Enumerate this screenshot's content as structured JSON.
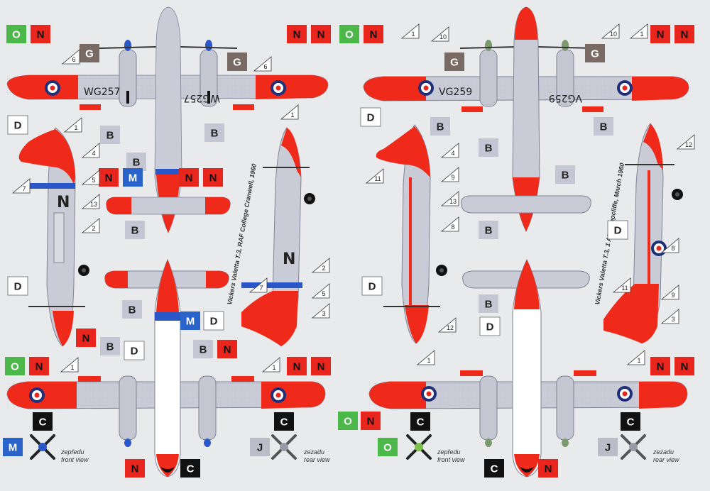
{
  "colors": {
    "background": "#e9eaec",
    "aircraft_silver": "#c9ccd6",
    "panel_line": "#9aa0b0",
    "dayglo": "#f02a1a",
    "blue_band": "#2a57c8",
    "roundel_blue": "#1f2f7a",
    "white": "#ffffff",
    "N": "#e8261d",
    "O": "#4cb84a",
    "G": "#7a6a64",
    "M": "#2a63c9",
    "B": "#c4c6d3",
    "C": "#111111",
    "J": "#bcbcc8",
    "D": "#ffffff"
  },
  "serials": {
    "left": "WG257",
    "right": "VG259"
  },
  "fuselage_code": "N",
  "captions": {
    "left": "Vickers Valetta T.3, RAF College Cranwell, 1960",
    "right": "Vickers Valetta T.3, 1 ANS Topcliffe, March 1960"
  },
  "views": {
    "front_cz": "zepředu",
    "front_en": "front view",
    "rear_cz": "zezadu",
    "rear_en": "rear view"
  },
  "color_squares": [
    {
      "id": "l-top-O",
      "label": "O",
      "color": "O"
    },
    {
      "id": "l-top-N1",
      "label": "N",
      "color": "N"
    },
    {
      "id": "l-top-G1",
      "label": "G",
      "color": "G"
    },
    {
      "id": "l-top-G2",
      "label": "G",
      "color": "G"
    },
    {
      "id": "l-top-N2",
      "label": "N",
      "color": "N"
    },
    {
      "id": "l-top-N3",
      "label": "N",
      "color": "N"
    },
    {
      "id": "l-D1",
      "label": "D",
      "color": "D"
    },
    {
      "id": "l-B1",
      "label": "B",
      "color": "B"
    },
    {
      "id": "l-B2",
      "label": "B",
      "color": "B"
    },
    {
      "id": "l-B3",
      "label": "B",
      "color": "B"
    },
    {
      "id": "l-N4",
      "label": "N",
      "color": "N"
    },
    {
      "id": "l-M1",
      "label": "M",
      "color": "M"
    },
    {
      "id": "l-N5",
      "label": "N",
      "color": "N"
    },
    {
      "id": "l-N6",
      "label": "N",
      "color": "N"
    },
    {
      "id": "l-B4",
      "label": "B",
      "color": "B"
    },
    {
      "id": "l-D2",
      "label": "D",
      "color": "D"
    },
    {
      "id": "l-B5",
      "label": "B",
      "color": "B"
    },
    {
      "id": "l-M2",
      "label": "M",
      "color": "M"
    },
    {
      "id": "l-D3",
      "label": "D",
      "color": "D"
    },
    {
      "id": "l-N7",
      "label": "N",
      "color": "N"
    },
    {
      "id": "l-B6",
      "label": "B",
      "color": "B"
    },
    {
      "id": "l-D4",
      "label": "D",
      "color": "D"
    },
    {
      "id": "l-B7",
      "label": "B",
      "color": "B"
    },
    {
      "id": "l-N8",
      "label": "N",
      "color": "N"
    },
    {
      "id": "l-O2",
      "label": "O",
      "color": "O"
    },
    {
      "id": "l-N9",
      "label": "N",
      "color": "N"
    },
    {
      "id": "l-N10",
      "label": "N",
      "color": "N"
    },
    {
      "id": "l-N11",
      "label": "N",
      "color": "N"
    },
    {
      "id": "l-M3",
      "label": "M",
      "color": "M"
    },
    {
      "id": "l-C1",
      "label": "C",
      "color": "C"
    },
    {
      "id": "l-J1",
      "label": "J",
      "color": "J"
    },
    {
      "id": "l-C2",
      "label": "C",
      "color": "C"
    },
    {
      "id": "l-N12",
      "label": "N",
      "color": "N"
    },
    {
      "id": "l-C3",
      "label": "C",
      "color": "C"
    },
    {
      "id": "r-O1",
      "label": "O",
      "color": "O"
    },
    {
      "id": "r-N1",
      "label": "N",
      "color": "N"
    },
    {
      "id": "r-G1",
      "label": "G",
      "color": "G"
    },
    {
      "id": "r-G2",
      "label": "G",
      "color": "G"
    },
    {
      "id": "r-N2",
      "label": "N",
      "color": "N"
    },
    {
      "id": "r-N3",
      "label": "N",
      "color": "N"
    },
    {
      "id": "r-D1",
      "label": "D",
      "color": "D"
    },
    {
      "id": "r-B1",
      "label": "B",
      "color": "B"
    },
    {
      "id": "r-B2",
      "label": "B",
      "color": "B"
    },
    {
      "id": "r-B3",
      "label": "B",
      "color": "B"
    },
    {
      "id": "r-B4",
      "label": "B",
      "color": "B"
    },
    {
      "id": "r-B5",
      "label": "B",
      "color": "B"
    },
    {
      "id": "r-D2",
      "label": "D",
      "color": "D"
    },
    {
      "id": "r-D3",
      "label": "D",
      "color": "D"
    },
    {
      "id": "r-B6",
      "label": "B",
      "color": "B"
    },
    {
      "id": "r-D4",
      "label": "D",
      "color": "D"
    },
    {
      "id": "r-N4",
      "label": "N",
      "color": "N"
    },
    {
      "id": "r-N5",
      "label": "N",
      "color": "N"
    },
    {
      "id": "r-O2",
      "label": "O",
      "color": "O"
    },
    {
      "id": "r-N6",
      "label": "N",
      "color": "N"
    },
    {
      "id": "r-C1",
      "label": "C",
      "color": "C"
    },
    {
      "id": "r-O3",
      "label": "O",
      "color": "O"
    },
    {
      "id": "r-C2",
      "label": "C",
      "color": "C"
    },
    {
      "id": "r-J1",
      "label": "J",
      "color": "J"
    },
    {
      "id": "r-C3",
      "label": "C",
      "color": "C"
    },
    {
      "id": "r-N7",
      "label": "N",
      "color": "N"
    }
  ],
  "callouts": [
    {
      "id": "l-t6a",
      "label": "6"
    },
    {
      "id": "l-t6b",
      "label": "6"
    },
    {
      "id": "l-t1a",
      "label": "1"
    },
    {
      "id": "l-t1b",
      "label": "1"
    },
    {
      "id": "l-t4",
      "label": "4"
    },
    {
      "id": "l-t5",
      "label": "5"
    },
    {
      "id": "l-t7a",
      "label": "7"
    },
    {
      "id": "l-t13",
      "label": "13"
    },
    {
      "id": "l-t2a",
      "label": "2"
    },
    {
      "id": "l-t2b",
      "label": "2"
    },
    {
      "id": "l-t7b",
      "label": "7"
    },
    {
      "id": "l-t5b",
      "label": "5"
    },
    {
      "id": "l-t3",
      "label": "3"
    },
    {
      "id": "l-t1c",
      "label": "1"
    },
    {
      "id": "l-t1d",
      "label": "1"
    },
    {
      "id": "r-t1a",
      "label": "1"
    },
    {
      "id": "r-t10a",
      "label": "10"
    },
    {
      "id": "r-t10b",
      "label": "10"
    },
    {
      "id": "r-t1b",
      "label": "1"
    },
    {
      "id": "r-t4",
      "label": "4"
    },
    {
      "id": "r-t9a",
      "label": "9"
    },
    {
      "id": "r-t13",
      "label": "13"
    },
    {
      "id": "r-t8a",
      "label": "8"
    },
    {
      "id": "r-t11a",
      "label": "11"
    },
    {
      "id": "r-t12a",
      "label": "12"
    },
    {
      "id": "r-t8b",
      "label": "8"
    },
    {
      "id": "r-t11b",
      "label": "11"
    },
    {
      "id": "r-t9b",
      "label": "9"
    },
    {
      "id": "r-t3",
      "label": "3"
    },
    {
      "id": "r-t12b",
      "label": "12"
    },
    {
      "id": "r-t1c",
      "label": "1"
    },
    {
      "id": "r-t1d",
      "label": "1"
    }
  ]
}
